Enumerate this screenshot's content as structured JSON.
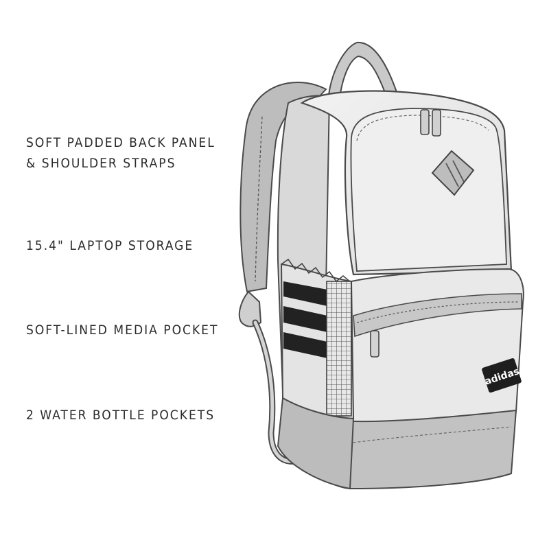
{
  "features": {
    "back_panel_line1": "SOFT PADDED BACK PANEL",
    "back_panel_line2": "& SHOULDER STRAPS",
    "laptop": "15.4\" LAPTOP STORAGE",
    "media": "SOFT-LINED MEDIA POCKET",
    "bottles": "2 WATER BOTTLE POCKETS"
  },
  "brand": {
    "logo_text": "adidas"
  },
  "colors": {
    "outline": "#4a4a4a",
    "panel_light": "#ececec",
    "panel_mid": "#d2d2d2",
    "panel_dark": "#b5b5b5",
    "stripe": "#222222"
  }
}
